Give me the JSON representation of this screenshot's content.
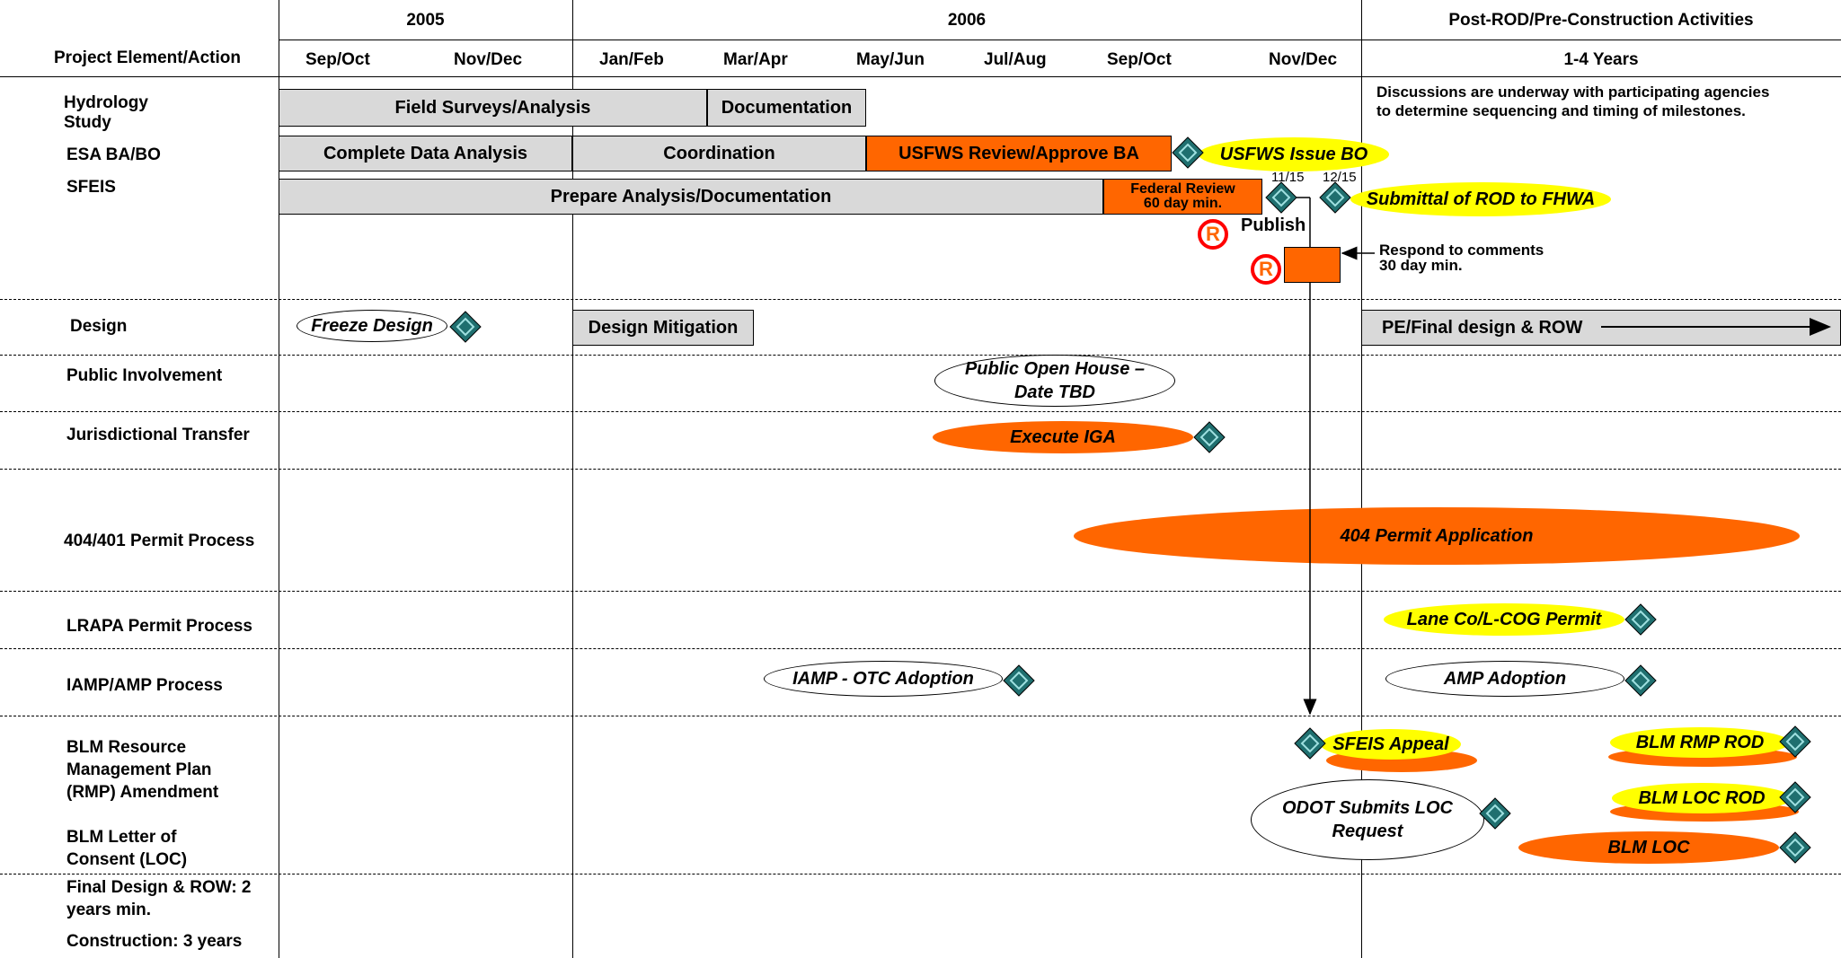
{
  "header": {
    "corner_label": "Project Element/Action",
    "years": [
      "2005",
      "2006",
      "Post-ROD/Pre-Construction Activities"
    ],
    "periods": [
      "Sep/Oct",
      "Nov/Dec",
      "Jan/Feb",
      "Mar/Apr",
      "May/Jun",
      "Jul/Aug",
      "Sep/Oct",
      "Nov/Dec",
      "1-4 Years"
    ]
  },
  "rows": {
    "hydrology": "Hydrology Study",
    "esa": "ESA BA/BO",
    "sfeis": "SFEIS",
    "design": "Design",
    "public_involvement": "Public Involvement",
    "jurisdictional_transfer": "Jurisdictional Transfer",
    "permit_404": "404/401 Permit Process",
    "lrapa": "LRAPA Permit Process",
    "iamp": "IAMP/AMP Process",
    "blm_rmp": "BLM Resource Management Plan (RMP) Amendment",
    "blm_loc": "BLM Letter of Consent (LOC)",
    "final_design": "Final Design & ROW: 2 years min.",
    "construction": "Construction: 3 years"
  },
  "bars": {
    "field_surveys": "Field Surveys/Analysis",
    "documentation": "Documentation",
    "complete_data": "Complete Data Analysis",
    "coordination": "Coordination",
    "usfws_review": "USFWS Review/Approve BA",
    "prepare_analysis": "Prepare Analysis/Documentation",
    "federal_review_line1": "Federal Review",
    "federal_review_line2": "60 day min.",
    "design_mitigation": "Design Mitigation",
    "pe_final": "PE/Final design & ROW"
  },
  "ellipses": {
    "usfws_issue_bo": "USFWS Issue BO",
    "submittal_rod": "Submittal of ROD to FHWA",
    "freeze_design": "Freeze Design",
    "open_house_line1": "Public Open House –",
    "open_house_line2": "Date TBD",
    "execute_iga": "Execute IGA",
    "permit_app": "404 Permit Application",
    "lane_co": "Lane Co/L-COG Permit",
    "iamp_otc": "IAMP - OTC Adoption",
    "amp_adoption": "AMP Adoption",
    "sfeis_appeal": "SFEIS Appeal",
    "blm_rmp_rod": "BLM RMP ROD",
    "odot_line1": "ODOT Submits LOC",
    "odot_line2": "Request",
    "blm_loc_rod": "BLM LOC ROD",
    "blm_loc": "BLM LOC"
  },
  "notes": {
    "discussions_line1": "Discussions are underway with participating agencies",
    "discussions_line2": "to determine sequencing and timing of milestones.",
    "date_1115": "11/15",
    "date_1215": "12/15",
    "publish": "Publish",
    "respond_line1": "Respond to comments",
    "respond_line2": "30 day min.",
    "r_marker": "R"
  },
  "colors": {
    "gray_bar": "#d9d9d9",
    "orange": "#ff6600",
    "yellow": "#ffff00",
    "milestone_teal": "#1f6f6f",
    "review_circle": "#ff0000"
  },
  "icons": [
    "milestone-diamond-icon",
    "review-r-icon",
    "arrow-icon"
  ]
}
